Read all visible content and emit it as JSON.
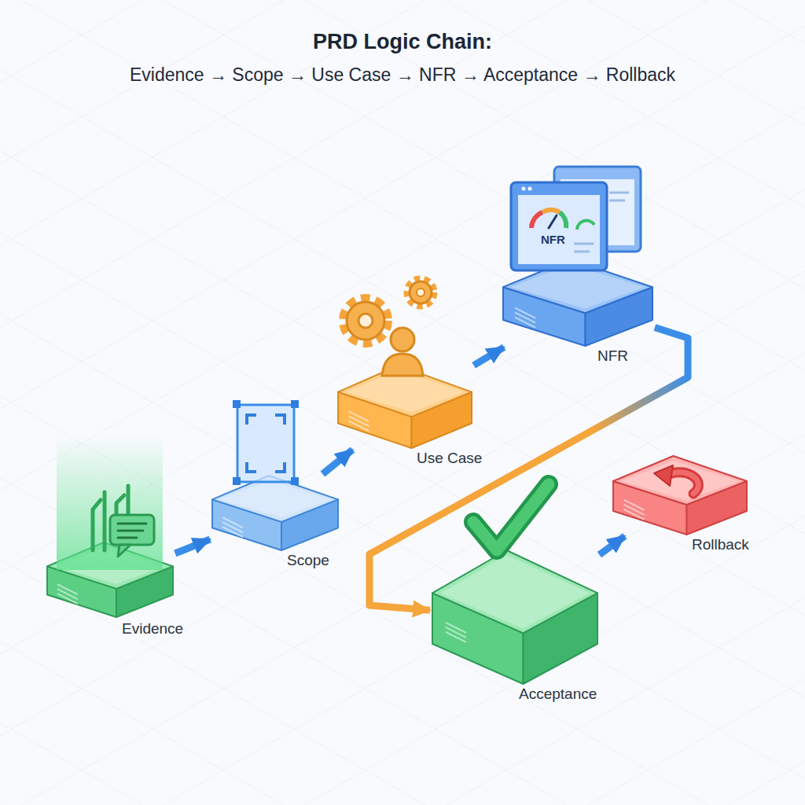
{
  "diagram": {
    "title": "PRD Logic Chain:",
    "nodes": [
      {
        "text": [
          "Evidence"
        ]
      },
      {
        "text": [
          "Scope"
        ]
      },
      {
        "text": [
          "Use Case"
        ]
      },
      {
        "text": [
          "NFR"
        ]
      },
      {
        "text": [
          "Acceptance"
        ]
      },
      {
        "text": [
          "Rollback"
        ]
      }
    ],
    "edges": [
      {
        "from": 0,
        "to": 1,
        "arrow": "to"
      },
      {
        "from": 1,
        "to": 2,
        "arrow": "to"
      },
      {
        "from": 2,
        "to": 3,
        "arrow": "to"
      },
      {
        "from": 3,
        "to": 4,
        "arrow": "to"
      },
      {
        "from": 4,
        "to": 5,
        "arrow": "to"
      }
    ],
    "labels": [
      "Evidence → Scope → Use Case → NFR → Acceptance → Rollback",
      "NFR"
    ]
  }
}
